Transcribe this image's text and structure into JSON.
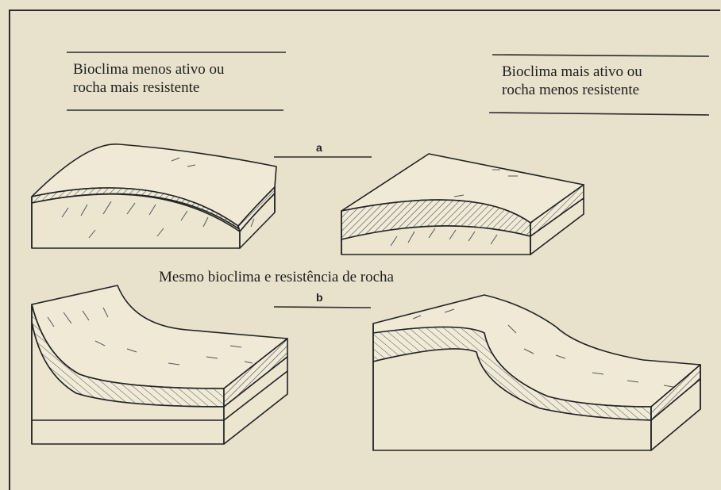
{
  "captions": {
    "left": "Bioclima menos ativo ou\nrocha mais resistente",
    "right": "Bioclima mais ativo ou\nrocha menos resistente",
    "middle": "Mesmo bioclima e resistência de rocha"
  },
  "labels": {
    "a": "a",
    "b": "b"
  }
}
